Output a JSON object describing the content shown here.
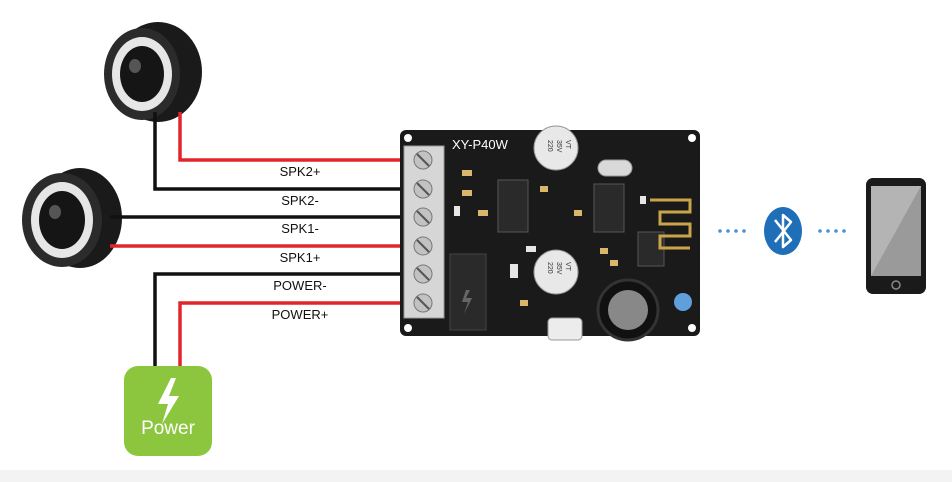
{
  "board": {
    "title": "XY-P40W"
  },
  "capacitors": {
    "label_lines": [
      "220",
      "35V",
      "VT"
    ]
  },
  "wires": [
    {
      "label": "SPK2+",
      "color": "#e0262b"
    },
    {
      "label": "SPK2-",
      "color": "#111111"
    },
    {
      "label": "SPK1-",
      "color": "#111111"
    },
    {
      "label": "SPK1+",
      "color": "#e0262b"
    },
    {
      "label": "POWER-",
      "color": "#111111"
    },
    {
      "label": "POWER+",
      "color": "#e0262b"
    }
  ],
  "power": {
    "label": "Power",
    "color": "#8cc63f"
  },
  "icons": {
    "bluetooth": "bluetooth-icon",
    "phone": "smartphone-icon",
    "speaker": "speaker-icon",
    "bolt": "lightning-bolt-icon"
  },
  "colors": {
    "bluetooth": "#1f6fb8",
    "dots": "#4a8fd6",
    "board": "#1a1a1a"
  }
}
